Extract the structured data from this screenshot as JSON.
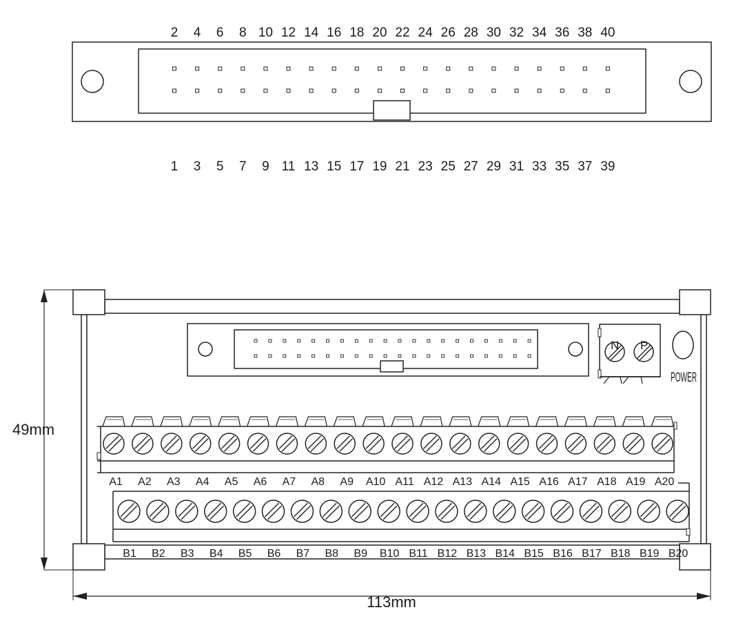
{
  "connector_top_view": {
    "even_pin_labels": [
      "2",
      "4",
      "6",
      "8",
      "10",
      "12",
      "14",
      "16",
      "18",
      "20",
      "22",
      "24",
      "26",
      "28",
      "30",
      "32",
      "34",
      "36",
      "38",
      "40"
    ],
    "odd_pin_labels": [
      "1",
      "3",
      "5",
      "7",
      "9",
      "11",
      "13",
      "15",
      "17",
      "19",
      "21",
      "23",
      "25",
      "27",
      "29",
      "31",
      "33",
      "35",
      "37",
      "39"
    ]
  },
  "board": {
    "terminal_row_a": [
      "A1",
      "A2",
      "A3",
      "A4",
      "A5",
      "A6",
      "A7",
      "A8",
      "A9",
      "A10",
      "A11",
      "A12",
      "A13",
      "A14",
      "A15",
      "A16",
      "A17",
      "A18",
      "A19",
      "A20"
    ],
    "terminal_row_b": [
      "B1",
      "B2",
      "B3",
      "B4",
      "B5",
      "B6",
      "B7",
      "B8",
      "B9",
      "B10",
      "B11",
      "B12",
      "B13",
      "B14",
      "B15",
      "B16",
      "B17",
      "B18",
      "B19",
      "B20"
    ],
    "power_terminal_labels": [
      "N",
      "P"
    ],
    "power_led_label": "POWER"
  },
  "dimensions": {
    "height": "49mm",
    "width": "113mm"
  }
}
